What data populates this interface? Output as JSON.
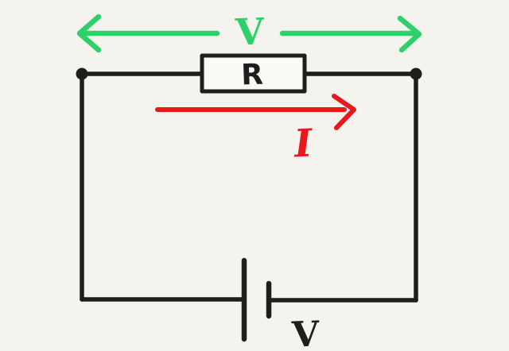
{
  "page": {
    "title": "Hand-drawn circuit diagram: battery driving current through a resistor",
    "background_color": "#f4f3ee"
  },
  "colors": {
    "ink_black": "#1e1e1c",
    "voltage_green": "#2dd069",
    "current_red": "#e8191d",
    "resistor_fill": "#fbfaf5"
  },
  "labels": {
    "voltage_top": "V",
    "resistor": "R",
    "current": "I",
    "battery": "V"
  }
}
